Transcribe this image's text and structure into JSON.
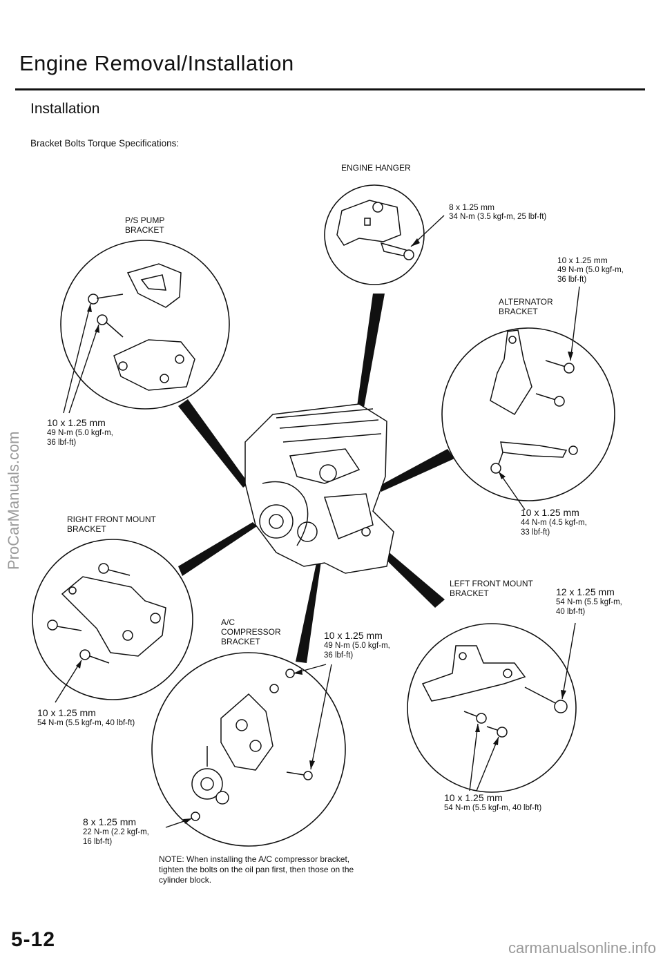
{
  "header": {
    "title": "Engine Removal/Installation",
    "subtitle": "Installation",
    "intro": "Bracket Bolts Torque Specifications:"
  },
  "components": {
    "engine_hanger": "ENGINE HANGER",
    "ps_pump_bracket": "P/S PUMP\nBRACKET",
    "alternator_bracket": "ALTERNATOR\nBRACKET",
    "right_front_mount_bracket": "RIGHT FRONT MOUNT\nBRACKET",
    "left_front_mount_bracket": "LEFT FRONT MOUNT\nBRACKET",
    "ac_compressor_bracket": "A/C\nCOMPRESSOR\nBRACKET"
  },
  "specs": {
    "hanger": {
      "size": "8 x 1.25 mm",
      "torque": "34 N-m (3.5 kgf-m, 25 lbf-ft)"
    },
    "alternator_upper": {
      "size": "10 x 1.25 mm",
      "torque": "49 N-m (5.0 kgf-m,\n36 lbf-ft)"
    },
    "ps_pump": {
      "size": "10 x 1.25 mm",
      "torque": "49 N-m (5.0 kgf-m,\n36 lbf-ft)"
    },
    "alternator_lower": {
      "size": "10 x 1.25 mm",
      "torque": "44 N-m (4.5 kgf-m,\n33 lbf-ft)"
    },
    "left_mount_large": {
      "size": "12 x 1.25 mm",
      "torque": "54 N-m (5.5 kgf-m,\n40 lbf-ft)"
    },
    "ac_upper": {
      "size": "10 x 1.25 mm",
      "torque": "49 N-m (5.0 kgf-m,\n36 lbf-ft)"
    },
    "right_mount": {
      "size": "10 x 1.25 mm",
      "torque": "54 N-m (5.5 kgf-m, 40 lbf-ft)"
    },
    "left_mount_small": {
      "size": "10 x 1.25 mm",
      "torque": "54 N-m (5.5 kgf-m, 40 lbf-ft)"
    },
    "ac_lower": {
      "size": "8 x 1.25 mm",
      "torque": "22 N-m (2.2 kgf-m,\n16 lbf-ft)"
    }
  },
  "note": "NOTE: When installing the A/C compressor bracket, tighten the bolts on the oil pan first, then those on the cylinder block.",
  "page_number": "5-12",
  "watermarks": {
    "left": "ProCarManuals.com",
    "bottom": "carmanualsonline.info"
  }
}
